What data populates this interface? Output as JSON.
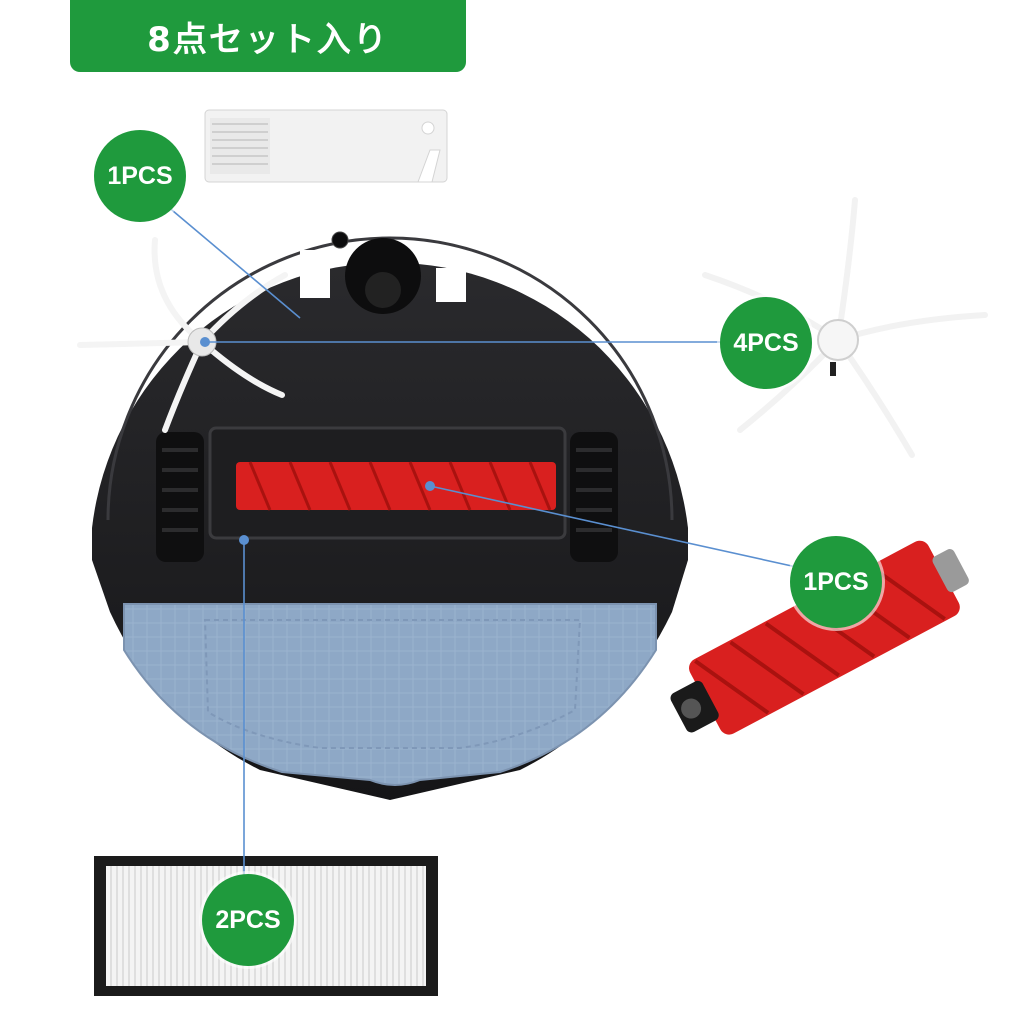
{
  "banner": {
    "title": "8点セット入り"
  },
  "badges": {
    "cleaning_tool": "1PCS",
    "side_brush": "4PCS",
    "main_brush": "1PCS",
    "filter": "2PCS"
  },
  "colors": {
    "accent_green": "#1f9a3d",
    "robot_body": "#1b1b1d",
    "brush_red": "#d9201f",
    "mop_blue": "#8da6c4",
    "leader_line": "#5a8fd0"
  }
}
